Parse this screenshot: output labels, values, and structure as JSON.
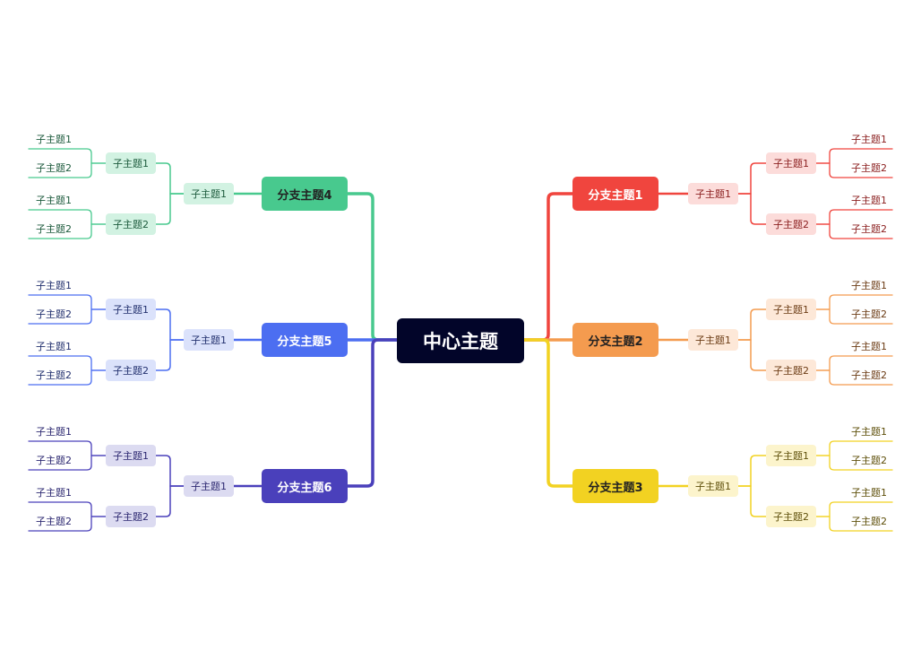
{
  "center": {
    "label": "中心主题",
    "bg": "#020529",
    "text": "#ffffff"
  },
  "branches": [
    {
      "label": "分支主题1",
      "side": "right",
      "color": "#f0453e",
      "text": "#ffffff",
      "light": "#fcdcda",
      "subtext": "#8a1d1d",
      "sub": "子主题1",
      "children": [
        {
          "label": "子主题1",
          "leaves": [
            "子主题1",
            "子主题2"
          ]
        },
        {
          "label": "子主题2",
          "leaves": [
            "子主题1",
            "子主题2"
          ]
        }
      ]
    },
    {
      "label": "分支主题2",
      "side": "right",
      "color": "#f49b4f",
      "text": "#222222",
      "light": "#fde8d8",
      "subtext": "#6b3b14",
      "sub": "子主题1",
      "children": [
        {
          "label": "子主题1",
          "leaves": [
            "子主题1",
            "子主题2"
          ]
        },
        {
          "label": "子主题2",
          "leaves": [
            "子主题1",
            "子主题2"
          ]
        }
      ]
    },
    {
      "label": "分支主题3",
      "side": "right",
      "color": "#f2d222",
      "text": "#222222",
      "light": "#fcf4cc",
      "subtext": "#5e4f0a",
      "sub": "子主题1",
      "children": [
        {
          "label": "子主题1",
          "leaves": [
            "子主题1",
            "子主题2"
          ]
        },
        {
          "label": "子主题2",
          "leaves": [
            "子主题1",
            "子主题2"
          ]
        }
      ]
    },
    {
      "label": "分支主题4",
      "side": "left",
      "color": "#48c98e",
      "text": "#222222",
      "light": "#d2f2e2",
      "subtext": "#1c5a3c",
      "sub": "子主题1",
      "children": [
        {
          "label": "子主题1",
          "leaves": [
            "子主题1",
            "子主题2"
          ]
        },
        {
          "label": "子主题2",
          "leaves": [
            "子主题1",
            "子主题2"
          ]
        }
      ]
    },
    {
      "label": "分支主题5",
      "side": "left",
      "color": "#4c6ef1",
      "text": "#ffffff",
      "light": "#dbe2fb",
      "subtext": "#22306e",
      "sub": "子主题1",
      "children": [
        {
          "label": "子主题1",
          "leaves": [
            "子主题1",
            "子主题2"
          ]
        },
        {
          "label": "子主题2",
          "leaves": [
            "子主题1",
            "子主题2"
          ]
        }
      ]
    },
    {
      "label": "分支主题6",
      "side": "left",
      "color": "#4a40bb",
      "text": "#ffffff",
      "light": "#dcdbf1",
      "subtext": "#2b2770",
      "sub": "子主题1",
      "children": [
        {
          "label": "子主题1",
          "leaves": [
            "子主题1",
            "子主题2"
          ]
        },
        {
          "label": "子主题2",
          "leaves": [
            "子主题1",
            "子主题2"
          ]
        }
      ]
    }
  ]
}
